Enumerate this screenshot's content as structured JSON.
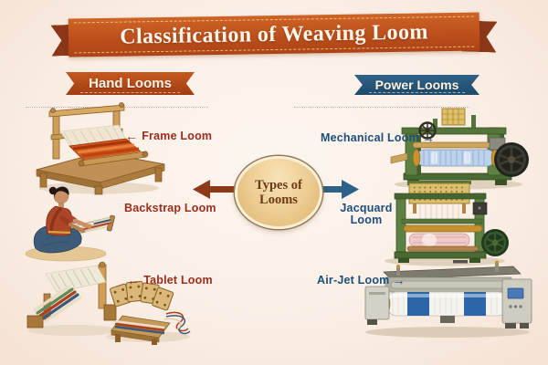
{
  "title": "Classification of Weaving Loom",
  "center_node": {
    "line1": "Types of",
    "line2": "Looms"
  },
  "left_column": {
    "header": "Hand Looms",
    "items": [
      {
        "arrow": "←",
        "label": "Frame Loom",
        "icon": "frame-loom-illustration"
      },
      {
        "arrow": "",
        "label": "Backstrap Loom",
        "icon": "backstrap-loom-illustration"
      },
      {
        "arrow": "←",
        "label": "Tablet Loom",
        "icon": "tablet-loom-illustration"
      }
    ]
  },
  "right_column": {
    "header": "Power Looms",
    "items": [
      {
        "label": "Mechanical Loom",
        "arrow": "→",
        "icon": "mechanical-loom-illustration"
      },
      {
        "label": "Jacquard Loom",
        "line1": "Jacquard",
        "line2": "Loom",
        "arrow": "",
        "icon": "jacquard-loom-illustration"
      },
      {
        "label": "Air-Jet Loom",
        "arrow": "→",
        "icon": "air-jet-loom-illustration"
      }
    ]
  },
  "colors": {
    "title_ribbon": "#bc4f1c",
    "hand_banner": "#b3481a",
    "power_banner": "#27567a",
    "left_arrow": "#8d3a1a",
    "right_arrow": "#2d6186",
    "left_label_text": "#9c2c1c",
    "right_label_text": "#1d4d7a",
    "center_circle": "#eccb90",
    "background": "#faefe6"
  }
}
